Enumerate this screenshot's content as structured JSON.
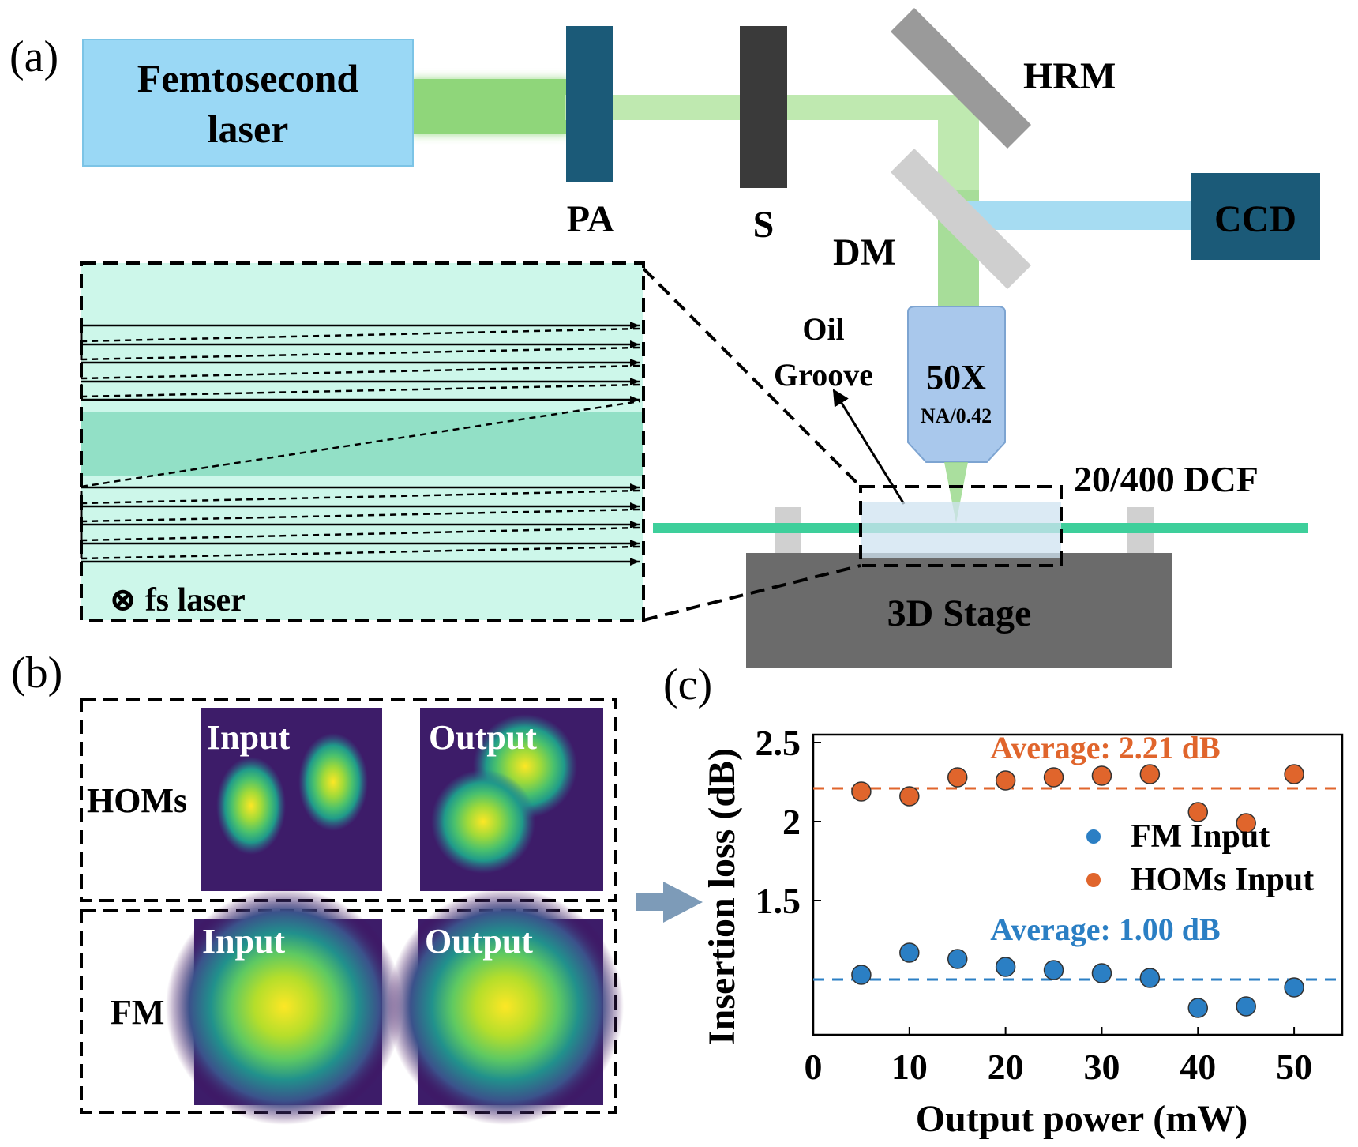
{
  "panels": {
    "a": "(a)",
    "b": "(b)",
    "c": "(c)"
  },
  "setup": {
    "laser_line1": "Femtosecond",
    "laser_line2": "laser",
    "pa": "PA",
    "s": "S",
    "hrm": "HRM",
    "dm": "DM",
    "ccd": "CCD",
    "objective_mag": "50X",
    "objective_na": "NA/0.42",
    "oil_line1": "Oil",
    "oil_line2": "Groove",
    "fiber": "20/400 DCF",
    "stage": "3D Stage",
    "inset_label": "⊗ fs laser"
  },
  "colors": {
    "laser_box": "#9ad8f5",
    "dark_blue": "#1b5a78",
    "beam_green": "#8fd67a",
    "beam_light_green": "#bfe9b0",
    "ccd_beam": "#a6dcf2",
    "fiber": "#3ecf9b",
    "inset_bg": "#cdf7ea",
    "inset_band": "#92e0c6",
    "stage": "#6b6b6b",
    "objective": "#a9c8ec",
    "orange": "#d9622b",
    "blue": "#2b7fc4"
  },
  "modes": {
    "homs_label": "HOMs",
    "fm_label": "FM",
    "input": "Input",
    "output": "Output"
  },
  "chart_data": {
    "type": "scatter",
    "title": "",
    "xlabel": "Output power (mW)",
    "ylabel": "Insertion loss (dB)",
    "xlim": [
      0,
      55
    ],
    "ylim": [
      0.65,
      2.55
    ],
    "xticks": [
      0,
      10,
      20,
      30,
      40,
      50
    ],
    "ytick_values": [
      1.5,
      2,
      2.5
    ],
    "ytick_labels": [
      "1.5",
      "2",
      "2.5"
    ],
    "legend_position": "right-middle",
    "series": [
      {
        "name": "FM Input",
        "color": "#2b7fc4",
        "x": [
          5,
          10,
          15,
          20,
          25,
          30,
          35,
          40,
          45,
          50
        ],
        "y": [
          1.03,
          1.17,
          1.13,
          1.08,
          1.06,
          1.04,
          1.01,
          0.82,
          0.83,
          0.95
        ]
      },
      {
        "name": "HOMs Input",
        "color": "#e0652c",
        "x": [
          5,
          10,
          15,
          20,
          25,
          30,
          35,
          40,
          45,
          50
        ],
        "y": [
          2.19,
          2.16,
          2.28,
          2.26,
          2.28,
          2.29,
          2.3,
          2.06,
          1.99,
          2.3
        ]
      }
    ],
    "averages": [
      {
        "label": "Average: 2.21 dB",
        "value": 2.21,
        "color": "#e0652c"
      },
      {
        "label": "Average: 1.00 dB",
        "value": 1.0,
        "color": "#2b7fc4"
      }
    ]
  }
}
